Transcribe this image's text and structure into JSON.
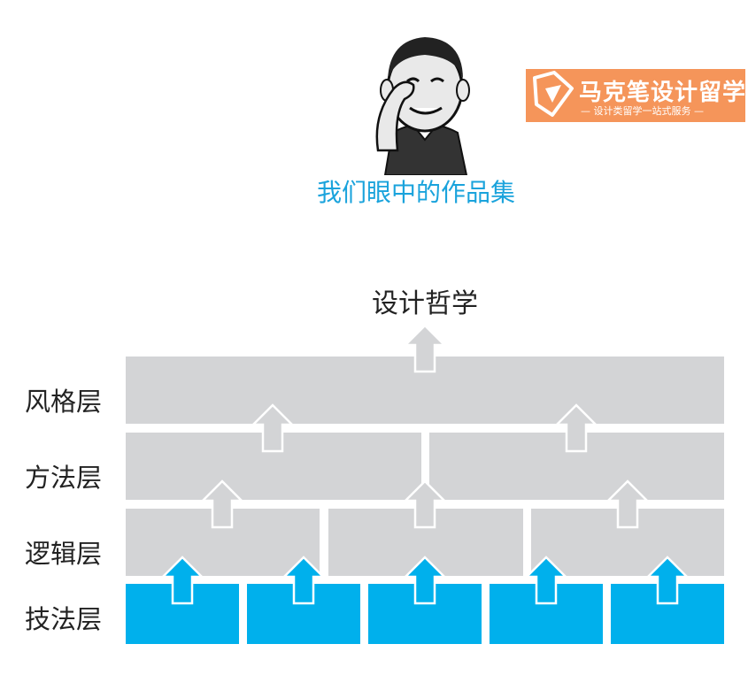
{
  "header": {
    "caption": "我们眼中的作品集",
    "meme_alt": "meme-figure"
  },
  "logo": {
    "title": "马克笔设计留学",
    "subtitle": "— 设计类留学一站式服务 —",
    "color": "#f5955a"
  },
  "diagram": {
    "top_label": "设计哲学",
    "layers": [
      {
        "label": "风格层",
        "blocks": 1,
        "color": "#d3d4d6"
      },
      {
        "label": "方法层",
        "blocks": 2,
        "color": "#d3d4d6"
      },
      {
        "label": "逻辑层",
        "blocks": 3,
        "color": "#d3d4d6"
      },
      {
        "label": "技法层",
        "blocks": 5,
        "color": "#00b0ec"
      }
    ]
  }
}
